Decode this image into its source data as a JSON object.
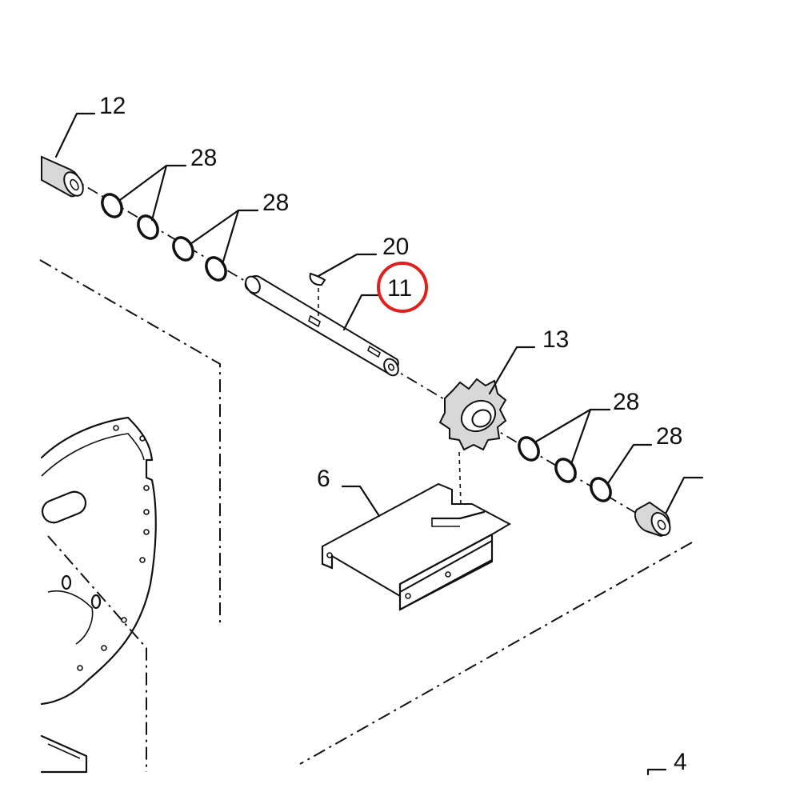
{
  "diagram": {
    "callouts": {
      "c12": "12",
      "c28a": "28",
      "c28b": "28",
      "c20": "20",
      "c11": "11",
      "c13": "13",
      "c28c": "28",
      "c28d": "28",
      "c6": "6",
      "c4": "4"
    },
    "highlight": {
      "callout": "11",
      "color": "#e0201c"
    }
  }
}
